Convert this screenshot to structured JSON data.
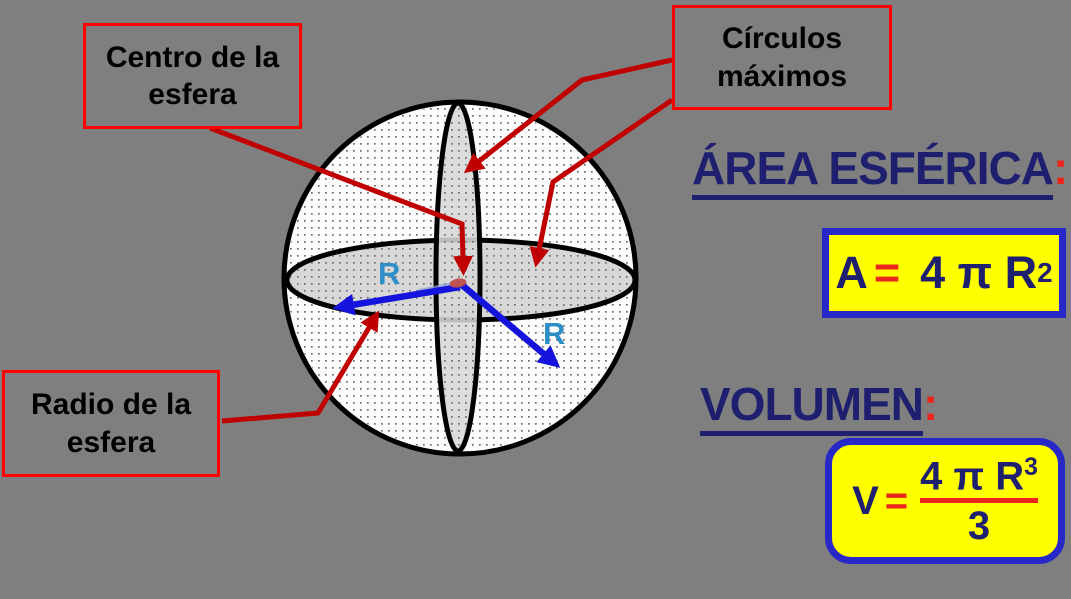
{
  "colors": {
    "background": "#7F7F7F",
    "box_border_red": "#FF0000",
    "connector_red": "#C00000",
    "label_text": "#000000",
    "navy": "#1F1F70",
    "accent_red": "#E9251D",
    "formula_box_fill": "#FFFF00",
    "formula_box_border": "#2828C8",
    "radius_arrow_blue": "#1414DC",
    "radius_label_blue": "#2E8FC8",
    "sphere_outline": "#000000",
    "sphere_fill": "#FCFCFC",
    "ellipse_fill": "#D7D7D7",
    "dot_texture": "#6E6E6E",
    "center_dot": "#C0504D",
    "lavender_segment": "#8F9FD6"
  },
  "labels": {
    "center": "Centro de la esfera",
    "great_circles": "Círculos máximos",
    "radius": "Radio de la esfera",
    "radius_symbol_left": "R",
    "radius_symbol_right": "R"
  },
  "area": {
    "title": "ÁREA ESFÉRICA",
    "colon": ":",
    "formula": {
      "lhs": "A",
      "equals": "=",
      "body": "4 π R",
      "exponent": "2"
    }
  },
  "volume": {
    "title": "VOLUMEN",
    "colon": ":",
    "formula": {
      "lhs": "V",
      "equals": "=",
      "numerator": "4 π R",
      "exponent": "3",
      "denominator": "3"
    }
  }
}
